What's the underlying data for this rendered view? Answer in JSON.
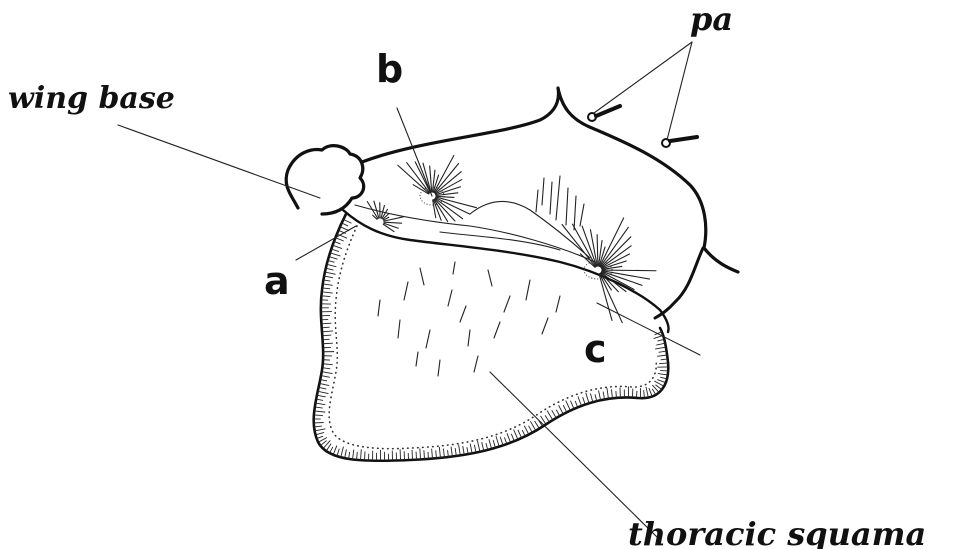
{
  "labels": {
    "pa": "pa",
    "wing_base": "wing base",
    "a": "a",
    "b": "b",
    "c": "c",
    "thoracic_squama": "thoracic squama"
  }
}
